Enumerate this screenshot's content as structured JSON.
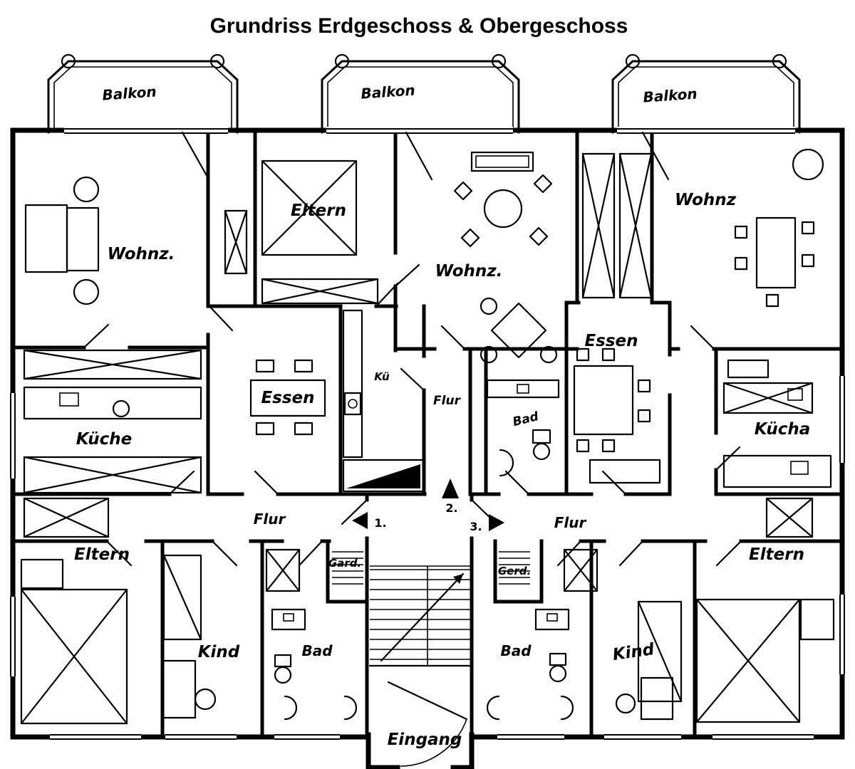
{
  "title": "Grundriss Erdgeschoss & Obergeschoss",
  "colors": {
    "ink": "#000000",
    "paper": "#ffffff"
  },
  "balconies": {
    "left": "Balkon",
    "middle": "Balkon",
    "right": "Balkon"
  },
  "rooms": {
    "wohnz_left": "Wohnz.",
    "eltern_top": "Eltern",
    "wohnz_center": "Wohnz.",
    "wohnz_right": "Wohnz",
    "essen_left": "Essen",
    "kueche_mid": "Kü",
    "flur_mid": "Flur",
    "bad_mid": "Bad",
    "essen_right": "Essen",
    "kueche_left": "Küche",
    "kueche_right": "Kücha",
    "flur_left": "Flur",
    "flur_right": "Flur",
    "eltern_bottom_left": "Eltern",
    "eltern_bottom_right": "Eltern",
    "kind_left": "Kind",
    "kind_right": "Kind",
    "bad_bottom_left": "Bad",
    "bad_bottom_right": "Bad",
    "gard_left": "Gard.",
    "gard_right": "Gerd.",
    "eingang": "Eingang"
  },
  "entrance_numbers": {
    "one": "1.",
    "two": "2.",
    "three": "3."
  }
}
